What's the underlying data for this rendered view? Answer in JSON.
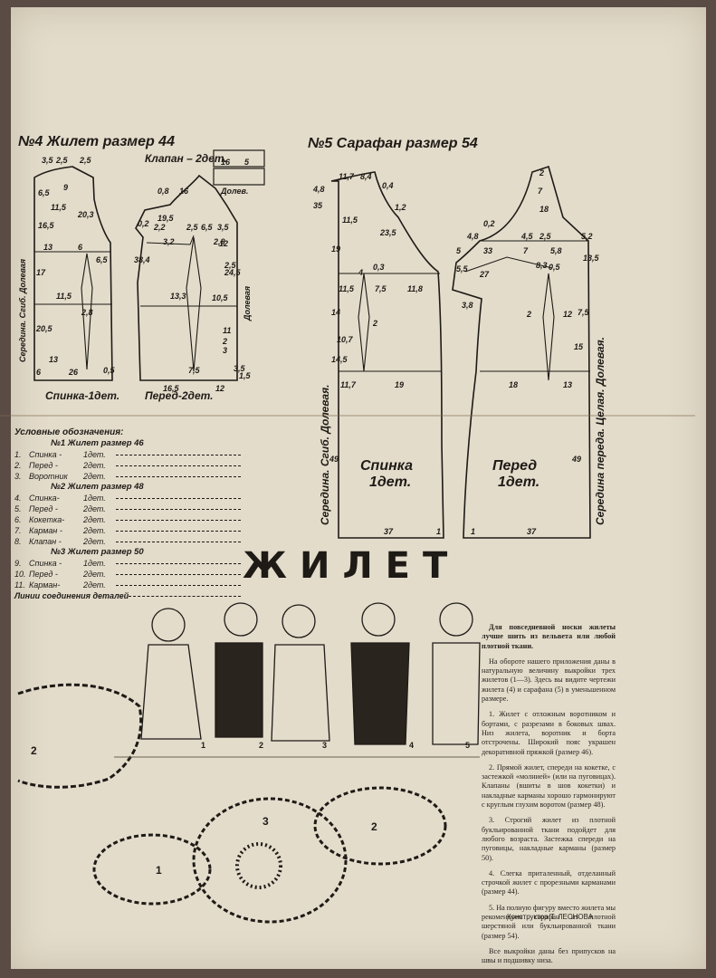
{
  "pattern4": {
    "title": "№4 Жилет размер 44",
    "back_caption": "Спинка-1дет.",
    "front_caption": "Перед-2дет.",
    "flap_label": "Клапан – 2дет.",
    "flap_grain": "Долев.",
    "fold_label": "Середина. Сгиб. Долевая",
    "front_grain": "Долевая",
    "nums": [
      "3,5",
      "2,5",
      "2,5",
      "6,5",
      "9",
      "11,5",
      "20,3",
      "16,5",
      "13",
      "6",
      "17",
      "6,5",
      "11,5",
      "2,8",
      "20,5",
      "13",
      "6",
      "26",
      "0,5",
      "0,8",
      "16",
      "19,5",
      "0,2",
      "2,2",
      "2,5",
      "6,5",
      "3,5",
      "2,8",
      "3,2",
      "12",
      "38,4",
      "13,3",
      "10,5",
      "2,5",
      "24,5",
      "7,5",
      "16,5",
      "12",
      "11",
      "2",
      "3",
      "3,5",
      "1,5",
      "16",
      "5"
    ]
  },
  "pattern5": {
    "title": "№5 Сарафан размер 54",
    "back_caption": "Спинка",
    "back_count": "1дет.",
    "front_caption": "Перед",
    "front_count": "1дет.",
    "back_fold": "Середина. Сгиб. Долевая.",
    "front_fold": "Середина переда. Целая. Долевая.",
    "nums": [
      "11,7",
      "8,4",
      "35",
      "4,8",
      "11,5",
      "0,4",
      "1,2",
      "23,5",
      "19",
      "4",
      "0,3",
      "11,5",
      "7,5",
      "11,8",
      "14",
      "2",
      "10,7",
      "14,5",
      "11,7",
      "19",
      "49",
      "37",
      "1",
      "2",
      "7",
      "18",
      "4,8",
      "0,2",
      "4,5",
      "2,5",
      "5,2",
      "5",
      "33",
      "7",
      "5,8",
      "5,5",
      "27",
      "8,3",
      "0,5",
      "13,5",
      "3,8",
      "2",
      "12",
      "7,5",
      "15",
      "18",
      "13",
      "49",
      "37",
      "1"
    ]
  },
  "legend": {
    "heading": "Условные обозначения:",
    "groups": [
      {
        "title": "№1 Жилет размер 46",
        "items": [
          {
            "n": "1.",
            "name": "Спинка -",
            "count": "1дет."
          },
          {
            "n": "2.",
            "name": "Перед -",
            "count": "2дет."
          },
          {
            "n": "3.",
            "name": "Воротник",
            "count": "2дет."
          }
        ]
      },
      {
        "title": "№2 Жилет размер 48",
        "items": [
          {
            "n": "4.",
            "name": "Спинка-",
            "count": "1дет."
          },
          {
            "n": "5.",
            "name": "Перед -",
            "count": "2дет."
          },
          {
            "n": "6.",
            "name": "Кокетка-",
            "count": "2дет."
          },
          {
            "n": "7.",
            "name": "Карман -",
            "count": "2дет."
          },
          {
            "n": "8.",
            "name": "Клапан -",
            "count": "2дет."
          }
        ]
      },
      {
        "title": "№3 Жилет размер 50",
        "items": [
          {
            "n": "9.",
            "name": "Спинка -",
            "count": "1дет."
          },
          {
            "n": "10.",
            "name": "Перед -",
            "count": "2дет."
          },
          {
            "n": "11.",
            "name": "Карман-",
            "count": "2дет."
          }
        ]
      }
    ],
    "joins": "Линии соединения деталей"
  },
  "main_title": "ЖИЛЕТ",
  "figure_numbers": [
    "1",
    "2",
    "3",
    "4",
    "5"
  ],
  "applique_numbers": [
    "2",
    "1",
    "3",
    "2"
  ],
  "text": {
    "intro": "Для повседневной носки жилеты лучше шить из вельвета или любой плотной ткани.",
    "p0": "На обороте нашего приложения даны в натуральную величину выкройки трех жилетов (1—3). Здесь вы видите чертежи жилета (4) и сарафана (5) в уменьшенном размере.",
    "p1": "1. Жилет с отложным воротником и бортами, с разрезами в боковых швах. Низ жилета, воротник и борта отстрочены. Широкий пояс украшен декоративной пряжкой (размер 46).",
    "p2": "2. Прямой жилет, спереди на кокетке, с застежкой «молнией» (или на пуговицах). Клапаны (вшиты в шов кокетки) и накладные карманы хорошо гармонируют с круглым глухим воротом (размер 48).",
    "p3": "3. Строгий жилет из плотной букльированной ткани подойдет для любого возраста. Застежка спереди на пуговицы, накладные карманы (размер 50).",
    "p4": "4. Слегка приталенный, отделанный строчкой жилет с прорезными карманами (размер 44).",
    "p5": "5. На полную фигуру вместо жилета мы рекомендуем сарафан из плотной шерстяной или букльированной ткани (размер 54).",
    "p6": "Все выкройки даны без припусков на швы и подшивку низа.",
    "author": "Конструктор Т. ЛЕСНОВА"
  }
}
